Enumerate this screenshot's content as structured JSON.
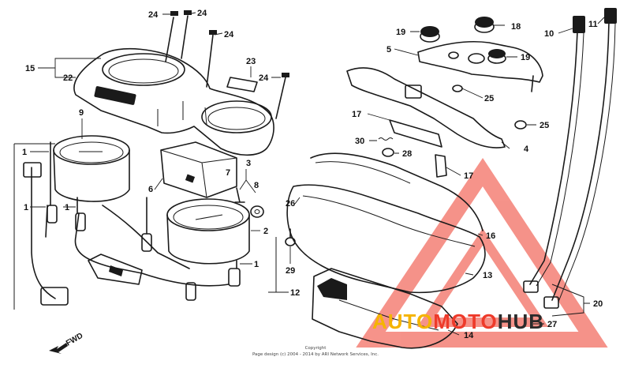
{
  "diagram": {
    "callouts": [
      {
        "id": "c24a",
        "label": "24"
      },
      {
        "id": "c24b",
        "label": "24"
      },
      {
        "id": "c24c",
        "label": "24"
      },
      {
        "id": "c24d",
        "label": "24"
      },
      {
        "id": "c15",
        "label": "15"
      },
      {
        "id": "c22",
        "label": "22"
      },
      {
        "id": "c23",
        "label": "23"
      },
      {
        "id": "c9",
        "label": "9"
      },
      {
        "id": "c6",
        "label": "6"
      },
      {
        "id": "c3",
        "label": "3"
      },
      {
        "id": "c7",
        "label": "7"
      },
      {
        "id": "c8",
        "label": "8"
      },
      {
        "id": "c2",
        "label": "2"
      },
      {
        "id": "c1a",
        "label": "1"
      },
      {
        "id": "c1b",
        "label": "1"
      },
      {
        "id": "c1c",
        "label": "1"
      },
      {
        "id": "c1d",
        "label": "1"
      },
      {
        "id": "c12",
        "label": "12"
      },
      {
        "id": "c19a",
        "label": "19"
      },
      {
        "id": "c18",
        "label": "18"
      },
      {
        "id": "c5",
        "label": "5"
      },
      {
        "id": "c19b",
        "label": "19"
      },
      {
        "id": "c10",
        "label": "10"
      },
      {
        "id": "c11",
        "label": "11"
      },
      {
        "id": "c25a",
        "label": "25"
      },
      {
        "id": "c25b",
        "label": "25"
      },
      {
        "id": "c17a",
        "label": "17"
      },
      {
        "id": "c17b",
        "label": "17"
      },
      {
        "id": "c30",
        "label": "30"
      },
      {
        "id": "c28",
        "label": "28"
      },
      {
        "id": "c4",
        "label": "4"
      },
      {
        "id": "c26",
        "label": "26"
      },
      {
        "id": "c16",
        "label": "16"
      },
      {
        "id": "c29",
        "label": "29"
      },
      {
        "id": "c13",
        "label": "13"
      },
      {
        "id": "c20",
        "label": "20"
      },
      {
        "id": "c27",
        "label": "27"
      },
      {
        "id": "c14",
        "label": "14"
      }
    ],
    "direction_label": "FWD",
    "copyright_title": "Copyright",
    "copyright_text": "Page design (c) 2004 - 2014 by ARI Network Services, Inc.",
    "watermark": {
      "part1": "AUTO",
      "part2": "MOTO",
      "part3": "HUB",
      "colors": {
        "auto": "#f5b400",
        "moto": "#ee3a2a",
        "hub": "#2b2b2b",
        "logo": "#ee3a2a"
      }
    }
  }
}
